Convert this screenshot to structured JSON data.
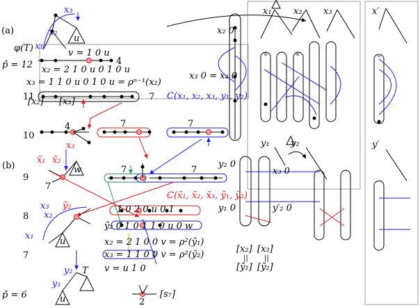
{
  "colors": {
    "red": "#e01a1a",
    "blue": "#1a1ae0",
    "green": "#2e8b57",
    "orange": "#f0a020",
    "gray": "#a0a0a0",
    "pink": "#f4a0a0"
  },
  "labels": {
    "a": "(a)",
    "b": "(b)",
    "phi": "φ(T)",
    "p_hat": "p̂ = 12",
    "p_check": "p̌ = 6",
    "level_11": "11",
    "level_10": "10",
    "level_9": "9",
    "level_8": "8",
    "level_7": "7",
    "eq_v_top": "v = 1 0 u",
    "eq_x2": "x₂ = 2 1 0 u 0 1 0 u",
    "eq_x3": "x₃ = 1 1 0 u 0 1 0 u = ρⁿ⁻¹(x₂)",
    "eq_x2b": "x₂ = 2 1 0 0 v = ρ²(ỹ₁)",
    "eq_x3b": "x₃ = 1 1 0 0 v = ρ²(ỹ₂)",
    "eq_v_bot": "v = u 1 0",
    "s7": "[s₇]",
    "num_4": "4",
    "num_7": "7",
    "num_2": "2",
    "C_top": "C(x₁, x₂, x₃, y₁, y₂)",
    "C_bot": "C(x̃₁, x̃₂, x̃₃, ỹ₁, ỹ₂)",
    "x1": "x₁",
    "x2": "x₂",
    "x3": "x₃",
    "y1": "y₁",
    "y2": "y₂",
    "xt1": "x̃₁",
    "xt2": "x̃₂",
    "xt3": "x̃₃",
    "yt1": "ỹ₁",
    "yt2": "ỹ₂",
    "u": "u",
    "w": "w",
    "T": "T",
    "x2_0": "x₂ 0",
    "x3_0_x4_0": "x₃ 0 = x₄ 0",
    "y2_0": "y₂ 0",
    "x3_0": "x₃ 0",
    "y1_0": "y₁ 0",
    "yp2_0": "y′₂ 0",
    "xprime": "x′",
    "yprime": "y′",
    "br_x2": "[x₂]",
    "br_x3": "[x₃]",
    "br_y1": "[ỹ₁]",
    "br_y2": "[ỹ₂]",
    "br_eq": "||",
    "mid_row": "1 0 2   0 u 0 1",
    "mid_row2": "ỹ₂ 0  1 0 1 1 0 u 0 w"
  }
}
